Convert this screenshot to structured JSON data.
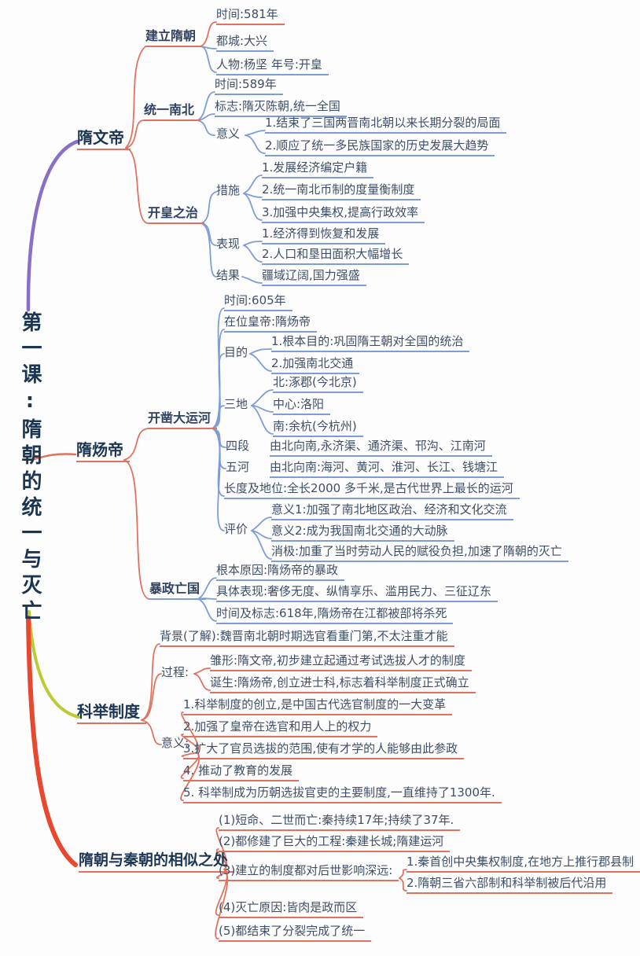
{
  "map": {
    "title": "第一课:隋朝的统一与灭亡",
    "wendi": {
      "label": "隋文帝",
      "jianli": {
        "label": "建立隋朝",
        "items": [
          "时间:581年",
          "都城:大兴",
          "人物:杨坚 年号:开皇"
        ]
      },
      "tongyi": {
        "label": "统一南北",
        "time": "时间:589年",
        "mark": "标志:隋灭陈朝,统一全国",
        "yiyi": {
          "label": "意义",
          "items": [
            "1.结束了三国两晋南北朝以来长期分裂的局面",
            "2.顺应了统一多民族国家的历史发展大趋势"
          ]
        }
      },
      "kaihuang": {
        "label": "开皇之治",
        "cuoshi": {
          "label": "措施",
          "items": [
            "1.发展经济编定户籍",
            "2.统一南北币制的度量衡制度",
            "3.加强中央集权,提高行政效率"
          ]
        },
        "biaoxian": {
          "label": "表现",
          "items": [
            "1.经济得到恢复和发展",
            "2.人口和垦田面积大幅增长"
          ]
        },
        "jieguo": {
          "label": "结果",
          "text": "疆域辽阔,国力强盛"
        }
      }
    },
    "yangdi": {
      "label": "隋炀帝",
      "canal": {
        "label": "开凿大运河",
        "time": "时间:605年",
        "emperor": "在位皇帝:隋炀帝",
        "mudi": {
          "label": "目的",
          "items": [
            "1.根本目的:巩固隋王朝对全国的统治",
            "2.加强南北交通"
          ]
        },
        "sandi": {
          "label": "三地",
          "items": [
            "北:涿郡(今北京)",
            "中心:洛阳",
            "南:余杭(今杭州)"
          ]
        },
        "siduan": {
          "label": "四段",
          "text": "由北向南,永济渠、通济渠、邗沟、江南河"
        },
        "wuhe": {
          "label": "五河",
          "text": "由北向南:海河、黄河、淮河、长江、钱塘江"
        },
        "length": "长度及地位:全长2000 多千米,是古代世界上最长的运河",
        "pingjia": {
          "label": "评价",
          "items": [
            "意义1:加强了南北地区政治、经济和文化交流",
            "意义2:成为我国南北交通的大动脉",
            "消极:加重了当时劳动人民的赋役负担,加速了隋朝的灭亡"
          ]
        }
      },
      "baozheng": {
        "label": "暴政亡国",
        "cause": "根本原因:隋炀帝的暴政",
        "shows": "具体表现:奢侈无度、纵情享乐、滥用民力、三征辽东",
        "timemark": "时间及标志:618年,隋炀帝在江都被部将杀死"
      }
    },
    "keju": {
      "label": "科举制度",
      "background": "背景(了解):魏晋南北朝时期选官看重门第,不太注重才能",
      "guocheng": {
        "label": "过程:",
        "items": [
          "雏形:隋文帝,初步建立起通过考试选拔人才的制度",
          "诞生:隋炀帝,创立进士科,标志着科举制度正式确立"
        ]
      },
      "yiyi": {
        "label": "意义:",
        "items": [
          "1.科举制度的创立,是中国古代选官制度的一大变革",
          "2.加强了皇帝在选官和用人上的权力",
          "3.扩大了官员选拔的范围,使有才学的人能够由此参政",
          "4. 推动了教育的发展",
          "5. 科举制成为历朝选拔官吏的主要制度,一直维持了1300年."
        ]
      }
    },
    "qin": {
      "label": "隋朝与秦朝的相似之处",
      "i1": "(1)短命、二世而亡:秦持续17年;持续了37年.",
      "i2": "(2)都修建了巨大的工程:秦建长城;隋建运河",
      "i3": {
        "label": "(3)建立的制度都对后世影响深远:",
        "items": [
          "1.秦首创中央集权制度,在地方上推行郡县制",
          "2.隋朝三省六部制和科举制被后代沿用"
        ]
      },
      "i4": "(4)灭亡原因:皆肉是政而区",
      "i5": "(5)都结束了分裂完成了统一"
    }
  },
  "colors": {
    "branch_red": "#E0735F",
    "branch_blue": "#7D9CD8",
    "spine_purple": "#8A6FC7",
    "spine_yellow": "#BCCB33",
    "spine_deep_red": "#E8482F",
    "text": "#3E4E68",
    "title": "#1C3552"
  }
}
